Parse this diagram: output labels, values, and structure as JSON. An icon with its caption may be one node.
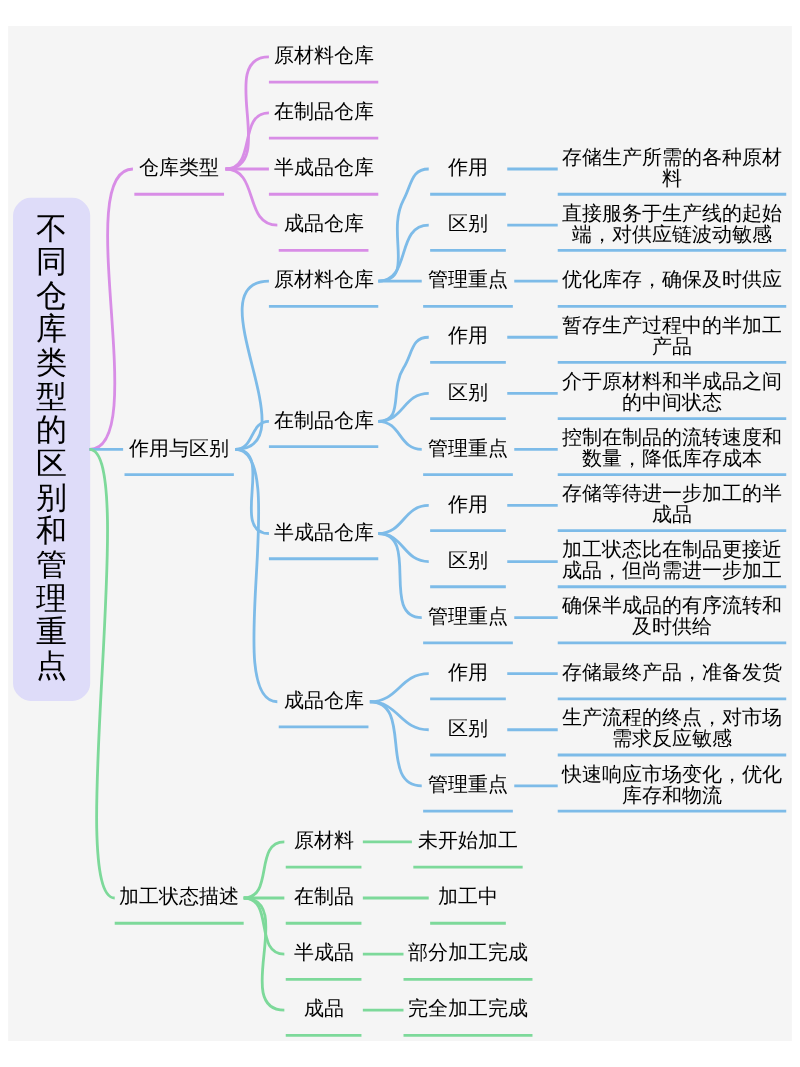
{
  "diagram": {
    "nodes": [
      {
        "text": [
          "不同仓库类型的区别和管理重点"
        ]
      },
      {
        "text": [
          "仓库类型"
        ]
      },
      {
        "text": [
          "原材料仓库"
        ]
      },
      {
        "text": [
          "在制品仓库"
        ]
      },
      {
        "text": [
          "半成品仓库"
        ]
      },
      {
        "text": [
          "成品仓库"
        ]
      },
      {
        "text": [
          "作用与区别"
        ]
      },
      {
        "text": [
          "原材料仓库"
        ]
      },
      {
        "text": [
          "作用"
        ]
      },
      {
        "text": [
          "存储生产所需的各种原材料"
        ]
      },
      {
        "text": [
          "区别"
        ]
      },
      {
        "text": [
          "直接服务于生产线的起始端，对供应链波动敏感"
        ]
      },
      {
        "text": [
          "管理重点"
        ]
      },
      {
        "text": [
          "优化库存，确保及时供应"
        ]
      },
      {
        "text": [
          "在制品仓库"
        ]
      },
      {
        "text": [
          "作用"
        ]
      },
      {
        "text": [
          "暂存生产过程中的半加工产品"
        ]
      },
      {
        "text": [
          "区别"
        ]
      },
      {
        "text": [
          "介于原材料和半成品之间的中间状态"
        ]
      },
      {
        "text": [
          "管理重点"
        ]
      },
      {
        "text": [
          "控制在制品的流转速度和数量，降低库存成本"
        ]
      },
      {
        "text": [
          "半成品仓库"
        ]
      },
      {
        "text": [
          "作用"
        ]
      },
      {
        "text": [
          "存储等待进一步加工的半成品"
        ]
      },
      {
        "text": [
          "区别"
        ]
      },
      {
        "text": [
          "加工状态比在制品更接近成品，但尚需进一步加工"
        ]
      },
      {
        "text": [
          "管理重点"
        ]
      },
      {
        "text": [
          "确保半成品的有序流转和及时供给"
        ]
      },
      {
        "text": [
          "成品仓库"
        ]
      },
      {
        "text": [
          "作用"
        ]
      },
      {
        "text": [
          "存储最终产品，准备发货"
        ]
      },
      {
        "text": [
          "区别"
        ]
      },
      {
        "text": [
          "生产流程的终点，对市场需求反应敏感"
        ]
      },
      {
        "text": [
          "管理重点"
        ]
      },
      {
        "text": [
          "快速响应市场变化，优化库存和物流"
        ]
      },
      {
        "text": [
          "加工状态描述"
        ]
      },
      {
        "text": [
          "原材料"
        ]
      },
      {
        "text": [
          "未开始加工"
        ]
      },
      {
        "text": [
          "在制品"
        ]
      },
      {
        "text": [
          "加工中"
        ]
      },
      {
        "text": [
          "半成品"
        ]
      },
      {
        "text": [
          "部分加工完成"
        ]
      },
      {
        "text": [
          "成品"
        ]
      },
      {
        "text": [
          "完全加工完成"
        ]
      }
    ],
    "edges": [
      {
        "from": 0,
        "to": 1,
        "arrow": "none",
        "color": "#d88de6"
      },
      {
        "from": 1,
        "to": 2,
        "arrow": "none",
        "color": "#d88de6"
      },
      {
        "from": 1,
        "to": 3,
        "arrow": "none",
        "color": "#d88de6"
      },
      {
        "from": 1,
        "to": 4,
        "arrow": "none",
        "color": "#d88de6"
      },
      {
        "from": 1,
        "to": 5,
        "arrow": "none",
        "color": "#d88de6"
      },
      {
        "from": 0,
        "to": 6,
        "arrow": "none"
      },
      {
        "from": 6,
        "to": 7,
        "arrow": "none"
      },
      {
        "from": 7,
        "to": 8,
        "arrow": "none"
      },
      {
        "from": 8,
        "to": 9,
        "arrow": "none"
      },
      {
        "from": 7,
        "to": 10,
        "arrow": "none"
      },
      {
        "from": 10,
        "to": 11,
        "arrow": "none"
      },
      {
        "from": 7,
        "to": 12,
        "arrow": "none"
      },
      {
        "from": 12,
        "to": 13,
        "arrow": "none"
      },
      {
        "from": 6,
        "to": 14,
        "arrow": "none"
      },
      {
        "from": 14,
        "to": 15,
        "arrow": "none"
      },
      {
        "from": 15,
        "to": 16,
        "arrow": "none"
      },
      {
        "from": 14,
        "to": 17,
        "arrow": "none"
      },
      {
        "from": 17,
        "to": 18,
        "arrow": "none"
      },
      {
        "from": 14,
        "to": 19,
        "arrow": "none"
      },
      {
        "from": 19,
        "to": 20,
        "arrow": "none"
      },
      {
        "from": 6,
        "to": 21,
        "arrow": "none"
      },
      {
        "from": 21,
        "to": 22,
        "arrow": "none"
      },
      {
        "from": 22,
        "to": 23,
        "arrow": "none"
      },
      {
        "from": 21,
        "to": 24,
        "arrow": "none"
      },
      {
        "from": 24,
        "to": 25,
        "arrow": "none"
      },
      {
        "from": 21,
        "to": 26,
        "arrow": "none"
      },
      {
        "from": 26,
        "to": 27,
        "arrow": "none"
      },
      {
        "from": 6,
        "to": 28,
        "arrow": "none"
      },
      {
        "from": 28,
        "to": 29,
        "arrow": "none"
      },
      {
        "from": 29,
        "to": 30,
        "arrow": "none"
      },
      {
        "from": 28,
        "to": 31,
        "arrow": "none"
      },
      {
        "from": 31,
        "to": 32,
        "arrow": "none"
      },
      {
        "from": 28,
        "to": 33,
        "arrow": "none"
      },
      {
        "from": 33,
        "to": 34,
        "arrow": "none"
      },
      {
        "from": 0,
        "to": 35,
        "arrow": "none",
        "color": "#7dd99a"
      },
      {
        "from": 35,
        "to": 36,
        "arrow": "none",
        "color": "#7dd99a"
      },
      {
        "from": 36,
        "to": 37,
        "arrow": "none",
        "color": "#7dd99a"
      },
      {
        "from": 35,
        "to": 38,
        "arrow": "none",
        "color": "#7dd99a"
      },
      {
        "from": 38,
        "to": 39,
        "arrow": "none",
        "color": "#7dd99a"
      },
      {
        "from": 35,
        "to": 40,
        "arrow": "none",
        "color": "#7dd99a"
      },
      {
        "from": 40,
        "to": 41,
        "arrow": "none",
        "color": "#7dd99a"
      },
      {
        "from": 35,
        "to": 42,
        "arrow": "none",
        "color": "#7dd99a"
      },
      {
        "from": 42,
        "to": 43,
        "arrow": "none",
        "color": "#7dd99a"
      }
    ]
  }
}
